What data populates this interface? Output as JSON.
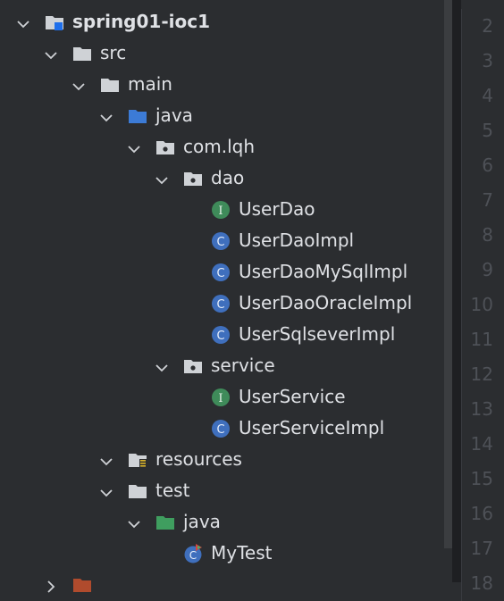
{
  "tree": [
    {
      "label": "spring01-ioc1",
      "icon": "project-module-icon",
      "chevron": "down",
      "level": 0,
      "bold": true
    },
    {
      "label": "src",
      "icon": "folder-icon",
      "chevron": "down",
      "level": 1
    },
    {
      "label": "main",
      "icon": "folder-icon",
      "chevron": "down",
      "level": 2
    },
    {
      "label": "java",
      "icon": "source-folder-icon",
      "chevron": "down",
      "level": 3
    },
    {
      "label": "com.lqh",
      "icon": "package-icon",
      "chevron": "down",
      "level": 4
    },
    {
      "label": "dao",
      "icon": "package-icon",
      "chevron": "down",
      "level": 5
    },
    {
      "label": "UserDao",
      "icon": "interface-icon",
      "chevron": "none",
      "level": 6
    },
    {
      "label": "UserDaoImpl",
      "icon": "class-icon",
      "chevron": "none",
      "level": 6
    },
    {
      "label": "UserDaoMySqlImpl",
      "icon": "class-icon",
      "chevron": "none",
      "level": 6
    },
    {
      "label": "UserDaoOracleImpl",
      "icon": "class-icon",
      "chevron": "none",
      "level": 6
    },
    {
      "label": "UserSqlseverImpl",
      "icon": "class-icon",
      "chevron": "none",
      "level": 6
    },
    {
      "label": "service",
      "icon": "package-icon",
      "chevron": "down",
      "level": 5
    },
    {
      "label": "UserService",
      "icon": "interface-icon",
      "chevron": "none",
      "level": 6
    },
    {
      "label": "UserServiceImpl",
      "icon": "class-icon",
      "chevron": "none",
      "level": 6
    },
    {
      "label": "resources",
      "icon": "resources-folder-icon",
      "chevron": "down",
      "level": 3
    },
    {
      "label": "test",
      "icon": "folder-icon",
      "chevron": "down",
      "level": 3
    },
    {
      "label": "java",
      "icon": "test-source-folder-icon",
      "chevron": "down",
      "level": 4
    },
    {
      "label": "MyTest",
      "icon": "test-class-icon",
      "chevron": "none",
      "level": 5
    },
    {
      "label": "",
      "icon": "excluded-folder-icon",
      "chevron": "right",
      "level": 1
    }
  ],
  "gutter": {
    "line_numbers": [
      "2",
      "3",
      "4",
      "5",
      "6",
      "7",
      "8",
      "9",
      "10",
      "11",
      "12",
      "13",
      "14",
      "15",
      "16",
      "17",
      "18"
    ]
  },
  "colors": {
    "folder": "#cfd2d6",
    "source_folder": "#3c7bd6",
    "test_folder": "#3f9e5f",
    "class": "#3f6fbd",
    "interface": "#3f8b5a",
    "excluded": "#b04b2d",
    "text": "#dfe1e5",
    "line_number": "#4e5157"
  }
}
